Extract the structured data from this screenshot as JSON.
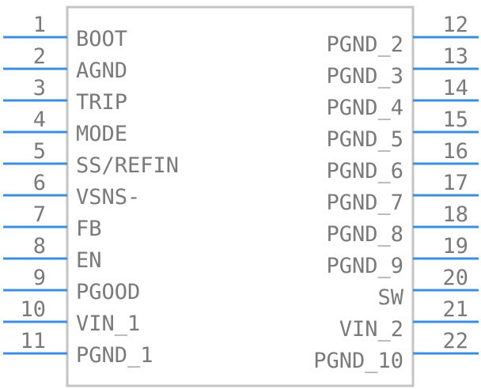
{
  "component": {
    "left_pins": [
      {
        "number": "1",
        "label": "BOOT"
      },
      {
        "number": "2",
        "label": "AGND"
      },
      {
        "number": "3",
        "label": "TRIP"
      },
      {
        "number": "4",
        "label": "MODE"
      },
      {
        "number": "5",
        "label": "SS/REFIN"
      },
      {
        "number": "6",
        "label": "VSNS-"
      },
      {
        "number": "7",
        "label": "FB"
      },
      {
        "number": "8",
        "label": "EN"
      },
      {
        "number": "9",
        "label": "PGOOD"
      },
      {
        "number": "10",
        "label": "VIN_1"
      },
      {
        "number": "11",
        "label": "PGND_1"
      }
    ],
    "right_pins": [
      {
        "number": "12",
        "label": "PGND_2"
      },
      {
        "number": "13",
        "label": "PGND_3"
      },
      {
        "number": "14",
        "label": "PGND_4"
      },
      {
        "number": "15",
        "label": "PGND_5"
      },
      {
        "number": "16",
        "label": "PGND_6"
      },
      {
        "number": "17",
        "label": "PGND_7"
      },
      {
        "number": "18",
        "label": "PGND_8"
      },
      {
        "number": "19",
        "label": "PGND_9"
      },
      {
        "number": "20",
        "label": "SW"
      },
      {
        "number": "21",
        "label": "VIN_2"
      },
      {
        "number": "22",
        "label": "PGND_10"
      }
    ],
    "colors": {
      "pin_line": "#3d8ee0",
      "body_outline": "#c4c4c4",
      "text": "#7a7a7a"
    }
  }
}
